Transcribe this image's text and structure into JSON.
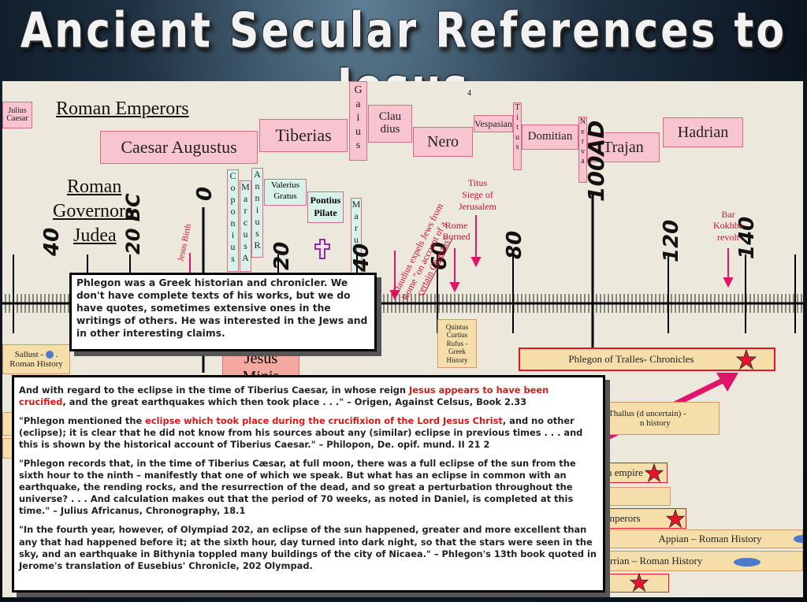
{
  "title": "Ancient Secular References to Jesus",
  "headings": {
    "emperors": "Roman Emperors",
    "governors_1": "Roman",
    "governors_2": "Governors",
    "governors_3": "Judea"
  },
  "emperors": {
    "julius_1": "Julius",
    "julius_2": "Caesar",
    "augustus": "Caesar Augustus",
    "tiberias": "Tiberias",
    "gaius": "G\na\ni\nu\ns",
    "claudius_1": "Clau",
    "claudius_2": "dius",
    "nero": "Nero",
    "four": "4",
    "vespasian": "Vespasian",
    "titus": "T\ni\nt\nu\ns",
    "domitian": "Domitian",
    "nerva": "N\ne\nr\nv\na",
    "trajan": "Trajan",
    "hadrian": "Hadrian"
  },
  "governors": {
    "coponius": "C\no\np\no\nn\ni\nu\ns",
    "marcus": "M\na\nr\nc\nu\ns\nA",
    "annius": "A\nn\nn\ni\nu\ns\nR",
    "valerius_1": "Valerius",
    "valerius_2": "Gratus",
    "pilate_1": "Pontius",
    "pilate_2": "Pilate",
    "marullus": "M\na\nr\nu\nl\nl"
  },
  "years": {
    "y40bc": "40",
    "y20bc": "20 BC",
    "y0": "0",
    "y20": "20",
    "y40": "40",
    "y60": "60",
    "y80": "80",
    "y100": "100AD",
    "y120": "120",
    "y140": "140"
  },
  "events": {
    "jesus_birth": "Jesus Birth",
    "claudius_expels_1": "Claudius expels Jews from",
    "claudius_expels_2": "Rome \"on account of a",
    "claudius_expels_3": "certain Chrestus\"",
    "rome_burned_1": "Rome",
    "rome_burned_2": "Burned",
    "titus_siege_1": "Titus",
    "titus_siege_2": "Siege of",
    "titus_siege_3": "Jerusalem",
    "bar_kokhba_1": "Bar",
    "bar_kokhba_2": "Kokhba",
    "bar_kokhba_3": "revolt"
  },
  "historians": {
    "sallust_1": "Sallust -",
    "sallust_2": "Roman History",
    "jesus_1": "Jesus",
    "jesus_2": "Minis",
    "quintus_1": "Quintus",
    "quintus_2": "Curtius",
    "quintus_3": "Rufus -",
    "quintus_4": "Greek",
    "quintus_5": "History",
    "phlegon": "Phlegon of Tralles- Chronicles",
    "thallus_1": "Thallus (d",
    "thallus_2": "uncertain) -",
    "thallus_3": "n history",
    "empire": "n empire",
    "emperors": "mperors",
    "appian": "Appian – Roman History",
    "arrian": "rrian – Roman History"
  },
  "callout_top": "Phlegon was a Greek historian and chronicler.  We don't have complete texts of his works, but we do have quotes, sometimes extensive ones in the writings of others.  He was interested in the Jews and in other interesting claims.",
  "quotes": {
    "q1_a": "And with regard to the eclipse in the time of Tiberius Caesar, in whose reign ",
    "q1_hl": "Jesus appears to have been crucified",
    "q1_b": ", and the great earthquakes which then took place . . .\"  – Origen, Against Celsus, Book 2.33",
    "q2_a": "\"Phlegon mentioned the ",
    "q2_hl": "eclipse which took place during the crucifixion of the Lord Jesus Christ",
    "q2_b": ", and no other (eclipse); it is clear that he did not know from his sources about any (similar) eclipse in previous times . . . and this is shown by the historical account of Tiberius Caesar.\" – Philopon, De. opif. mund. II 21 2",
    "q3": "\"Phlegon records that, in the time of Tiberius Cæsar, at full moon, there was a full eclipse of the sun from the sixth hour to the ninth – manifestly that one of which we speak. But what has an eclipse in common with an earthquake, the rending rocks, and the resurrection of the dead, and so great a perturbation throughout the universe? . . . And calculation makes out that the period of 70 weeks, as noted in Daniel, is completed at this time.\" – Julius Africanus, Chronography, 18.1",
    "q4": "\"In the fourth year, however, of Olympiad 202, an eclipse of the sun happened, greater and more excellent than any that had happened before it; at the sixth hour, day turned into dark night, so that the stars were seen in the sky, and an earthquake in Bithynia toppled many buildings of the city of Nicaea.\" – Phlegon's 13th book quoted in Jerome's translation of Eusebius' Chronicle, 202 Olympad."
  },
  "colors": {
    "emperor_fill": "#f7c4d0",
    "governor_fill": "#d8f2ea",
    "historian_fill": "#f5deaa",
    "highlight_red": "#d61a1a",
    "arrow": "#e0146a"
  }
}
